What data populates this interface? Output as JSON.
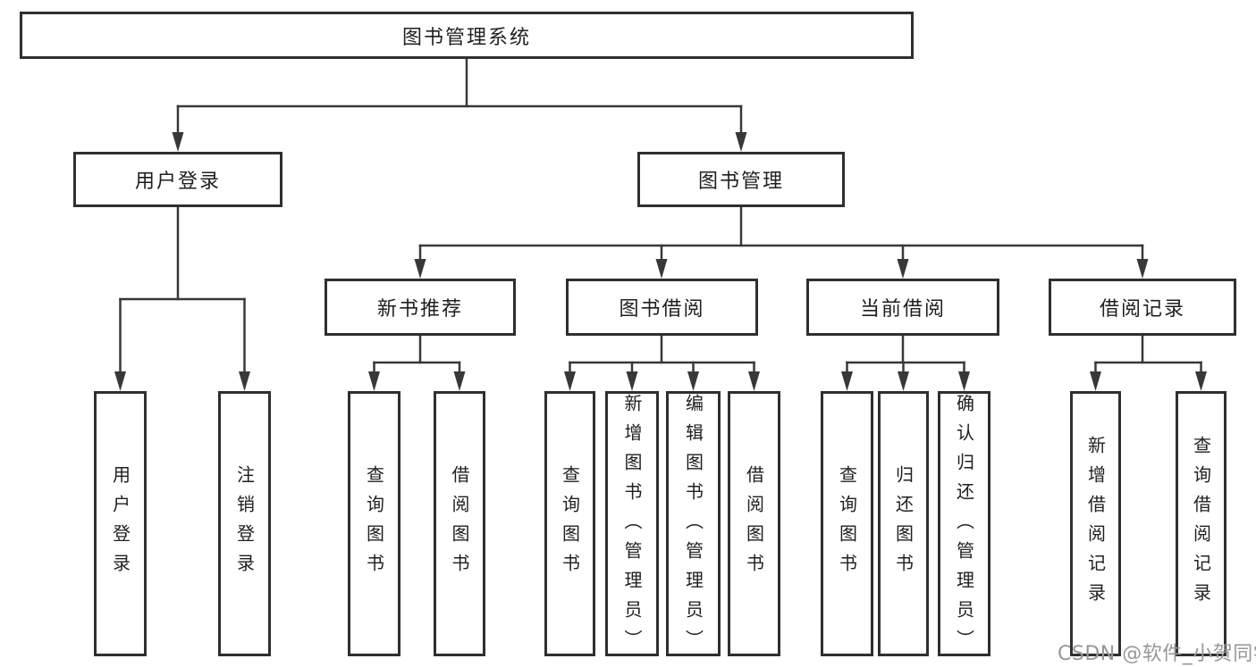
{
  "colors": {
    "line": "#383838",
    "box_border": "#2f2f2f",
    "box_fill": "#ffffff",
    "text": "#1f1f1f",
    "watermark": "#97979c",
    "background": "#ffffff"
  },
  "diagram": {
    "type": "tree",
    "root": {
      "label": "图书管理系统"
    },
    "level2": [
      {
        "label": "用户登录",
        "parent": "图书管理系统"
      },
      {
        "label": "图书管理",
        "parent": "图书管理系统"
      }
    ],
    "level3": [
      {
        "label": "新书推荐",
        "parent": "图书管理"
      },
      {
        "label": "图书借阅",
        "parent": "图书管理"
      },
      {
        "label": "当前借阅",
        "parent": "图书管理"
      },
      {
        "label": "借阅记录",
        "parent": "图书管理"
      }
    ],
    "leaves": [
      {
        "label": "用户登录",
        "parent": "用户登录"
      },
      {
        "label": "注销登录",
        "parent": "用户登录"
      },
      {
        "label": "查询图书",
        "parent": "新书推荐"
      },
      {
        "label": "借阅图书",
        "parent": "新书推荐"
      },
      {
        "label": "查询图书",
        "parent": "图书借阅"
      },
      {
        "label": "新增图书（管理员）",
        "parent": "图书借阅"
      },
      {
        "label": "编辑图书（管理员）",
        "parent": "图书借阅"
      },
      {
        "label": "借阅图书",
        "parent": "图书借阅"
      },
      {
        "label": "查询图书",
        "parent": "当前借阅"
      },
      {
        "label": "归还图书",
        "parent": "当前借阅"
      },
      {
        "label": "确认归还（管理员）",
        "parent": "当前借阅"
      },
      {
        "label": "新增借阅记录",
        "parent": "借阅记录"
      },
      {
        "label": "查询借阅记录",
        "parent": "借阅记录"
      }
    ]
  },
  "watermark": {
    "text": "CSDN @软件_小贺同学"
  }
}
